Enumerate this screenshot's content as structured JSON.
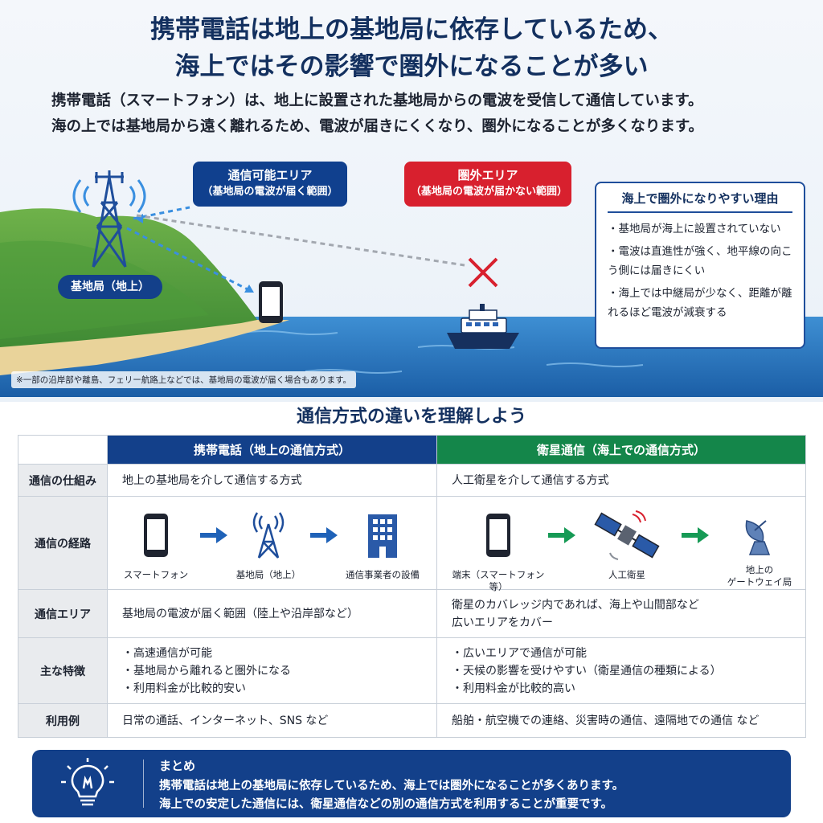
{
  "title": {
    "line1": "携帯電話は地上の基地局に依存しているため、",
    "line2": "海上ではその影響で圏外になることが多い"
  },
  "intro": {
    "line1": "携帯電話（スマートフォン）は、地上に設置された基地局からの電波を受信して通信しています。",
    "line2": "海の上では基地局から遠く離れるため、電波が届きにくくなり、圏外になることが多くなります。"
  },
  "scene": {
    "callout_ok": {
      "title": "通信可能エリア",
      "sub": "（基地局の電波が届く範囲）"
    },
    "callout_ng": {
      "title": "圏外エリア",
      "sub": "（基地局の電波が届かない範囲）"
    },
    "base_station_label": "基地局（地上）",
    "reason_box": {
      "title": "海上で圏外になりやすい理由",
      "items": [
        "・基地局が海上に設置されていない",
        "・電波は直進性が強く、地平線の向こう側には届きにくい",
        "・海上では中継局が少なく、距離が離れるほど電波が減衰する"
      ]
    },
    "note": "※一部の沿岸部や離島、フェリー航路上などでは、基地局の電波が届く場合もあります。"
  },
  "comparison": {
    "section_title": "通信方式の違いを理解しよう",
    "headers": {
      "mobile": "携帯電話（地上の通信方式）",
      "satellite": "衛星通信（海上での通信方式）"
    },
    "rows": {
      "mechanism": {
        "label": "通信の仕組み",
        "mobile": "地上の基地局を介して通信する方式",
        "satellite": "人工衛星を介して通信する方式"
      },
      "route": {
        "label": "通信の経路",
        "mobile": [
          "スマートフォン",
          "基地局（地上）",
          "通信事業者の設備"
        ],
        "satellite": [
          "端末（スマートフォン等）",
          "人工衛星",
          "地上の",
          "ゲートウェイ局"
        ]
      },
      "area": {
        "label": "通信エリア",
        "mobile": "基地局の電波が届く範囲（陸上や沿岸部など）",
        "satellite_1": "衛星のカバレッジ内であれば、海上や山間部など",
        "satellite_2": "広いエリアをカバー"
      },
      "features": {
        "label": "主な特徴",
        "mobile": [
          "・高速通信が可能",
          "・基地局から離れると圏外になる",
          "・利用料金が比較的安い"
        ],
        "satellite": [
          "・広いエリアで通信が可能",
          "・天候の影響を受けやすい（衛星通信の種類による）",
          "・利用料金が比較的高い"
        ]
      },
      "usage": {
        "label": "利用例",
        "mobile": "日常の通話、インターネット、SNS など",
        "satellite": "船舶・航空機での連絡、災害時の通信、遠隔地での通信 など"
      }
    }
  },
  "summary": {
    "title": "まとめ",
    "line1": "携帯電話は地上の基地局に依存しているため、海上では圏外になることが多くあります。",
    "line2": "海上での安定した通信には、衛星通信などの別の通信方式を利用することが重要です。"
  },
  "colors": {
    "navy": "#13408a",
    "green": "#14864a",
    "red": "#d8202e",
    "sea": "#1f6fb5"
  }
}
